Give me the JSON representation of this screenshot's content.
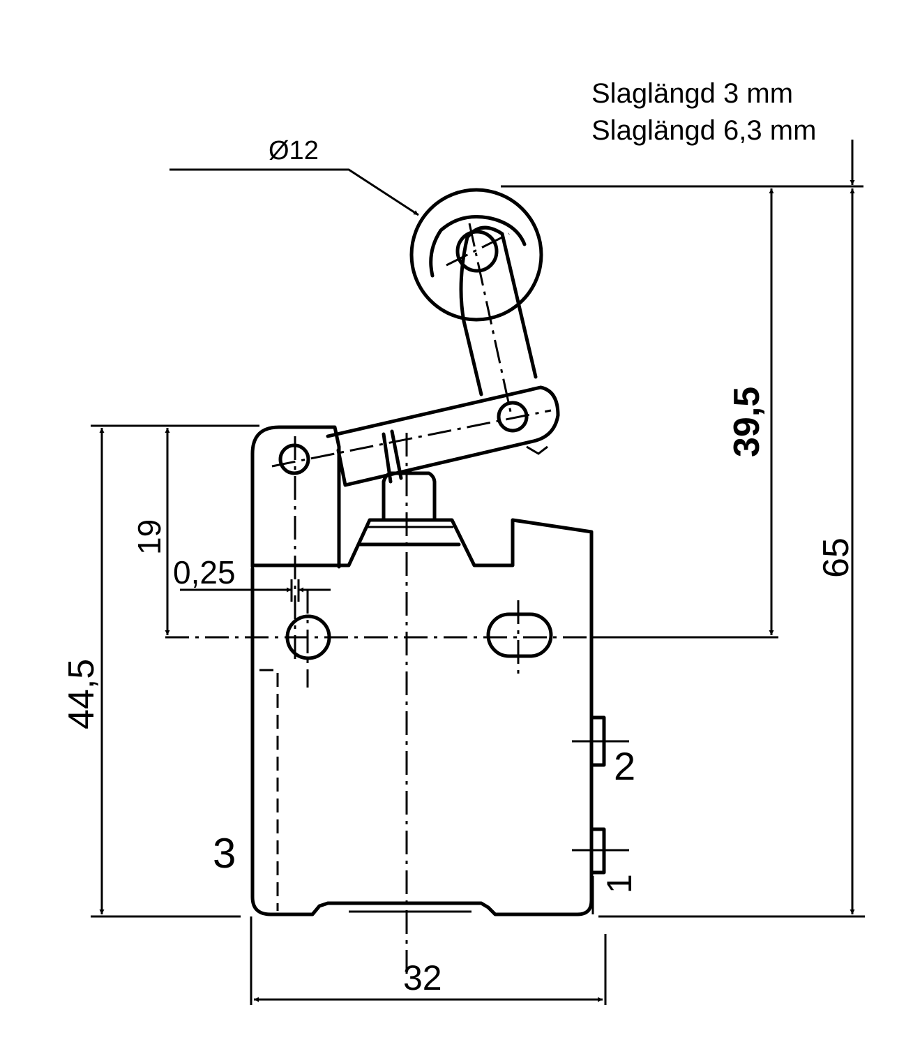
{
  "notes": {
    "stroke_1": "Slaglängd 3 mm",
    "stroke_2": "Slaglängd 6,3 mm"
  },
  "dimensions": {
    "roller_diameter": "Ø12",
    "pivot_height": "39,5",
    "total_height": "65",
    "body_height": "44,5",
    "mount_offset": "19",
    "clearance": "0,25",
    "width": "32"
  },
  "terminals": {
    "t1": "1",
    "t2": "2",
    "t3": "3"
  }
}
